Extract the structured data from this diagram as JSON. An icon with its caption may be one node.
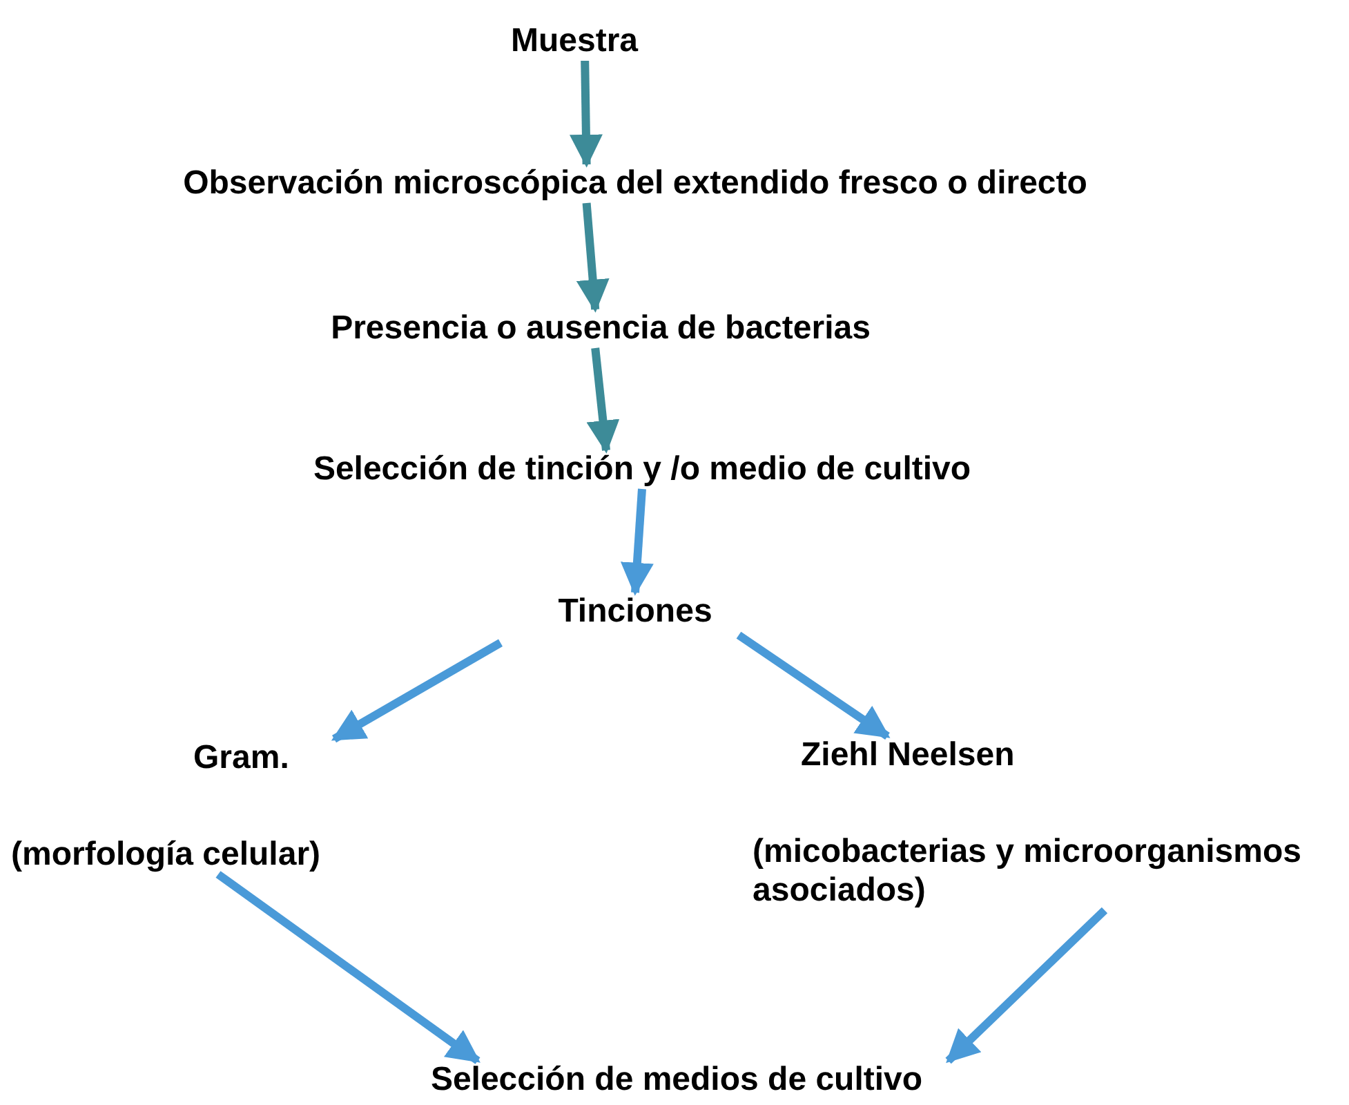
{
  "diagram": {
    "nodes": [
      {
        "text": [
          "Muestra"
        ]
      },
      {
        "text": [
          "Observación microscópica del extendido fresco o directo"
        ]
      },
      {
        "text": [
          "Presencia o ausencia de bacterias"
        ]
      },
      {
        "text": [
          "Selección de tinción y /o medio de cultivo"
        ]
      },
      {
        "text": [
          "Tinciones"
        ]
      },
      {
        "text": [
          "Gram.",
          "(morfología celular)"
        ]
      },
      {
        "text": [
          "Ziehl Neelsen",
          "(micobacterias y microorganismos asociados)"
        ]
      },
      {
        "text": [
          "Selección de medios de cultivo"
        ]
      }
    ],
    "edges": [
      {
        "from": 0,
        "to": 1,
        "arrow": "to",
        "color": "#3d8b98"
      },
      {
        "from": 1,
        "to": 2,
        "arrow": "to",
        "color": "#3d8b98"
      },
      {
        "from": 2,
        "to": 3,
        "arrow": "to",
        "color": "#3d8b98"
      },
      {
        "from": 3,
        "to": 4,
        "arrow": "to"
      },
      {
        "from": 4,
        "to": 5,
        "arrow": "to"
      },
      {
        "from": 4,
        "to": 6,
        "arrow": "to"
      },
      {
        "from": 5,
        "to": 7,
        "arrow": "to"
      },
      {
        "from": 6,
        "to": 7,
        "arrow": "to"
      }
    ]
  }
}
